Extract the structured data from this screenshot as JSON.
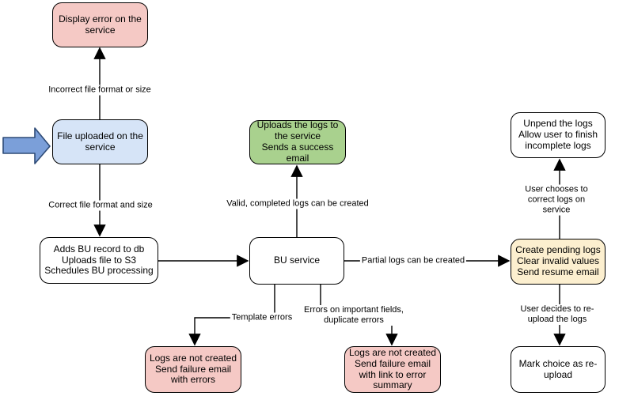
{
  "colors": {
    "node_pink": "#F5C9C5",
    "node_blue": "#D6E4F7",
    "node_green": "#A9D18E",
    "node_yellow": "#FCEFCF",
    "node_white": "#FFFFFF",
    "entry_arrow_fill": "#7B9FD9",
    "entry_arrow_stroke": "#2E4B77",
    "connector_stroke": "#000000"
  },
  "nodes": {
    "display_error": {
      "label": "Display error on the service"
    },
    "file_uploaded": {
      "label": "File uploaded on the service"
    },
    "adds_bu_record": {
      "label": "Adds BU record to db\nUploads file to S3\nSchedules BU processing"
    },
    "bu_service": {
      "label": "BU service"
    },
    "uploads_logs": {
      "label": "Uploads the logs to the service\nSends a success email"
    },
    "unpend_logs": {
      "label": "Unpend the logs\nAllow user to finish incomplete logs"
    },
    "create_pending": {
      "label": "Create pending logs\nClear invalid values\nSend resume email"
    },
    "mark_choice": {
      "label": "Mark choice as re-upload"
    },
    "fail_template": {
      "label": "Logs are not created\nSend failure email with errors"
    },
    "fail_fields": {
      "label": "Logs are not created\nSend failure email with link to error summary"
    }
  },
  "edge_labels": {
    "incorrect": "Incorrect file format or size",
    "correct": "Correct file format and size",
    "valid": "Valid, completed logs can be created",
    "partial": "Partial logs can be created",
    "user_correct": "User chooses to correct logs on service",
    "user_reupload": "User decides to re-upload the logs",
    "template_errors": "Template errors",
    "field_errors": "Errors on important fields,\nduplicate errors"
  }
}
